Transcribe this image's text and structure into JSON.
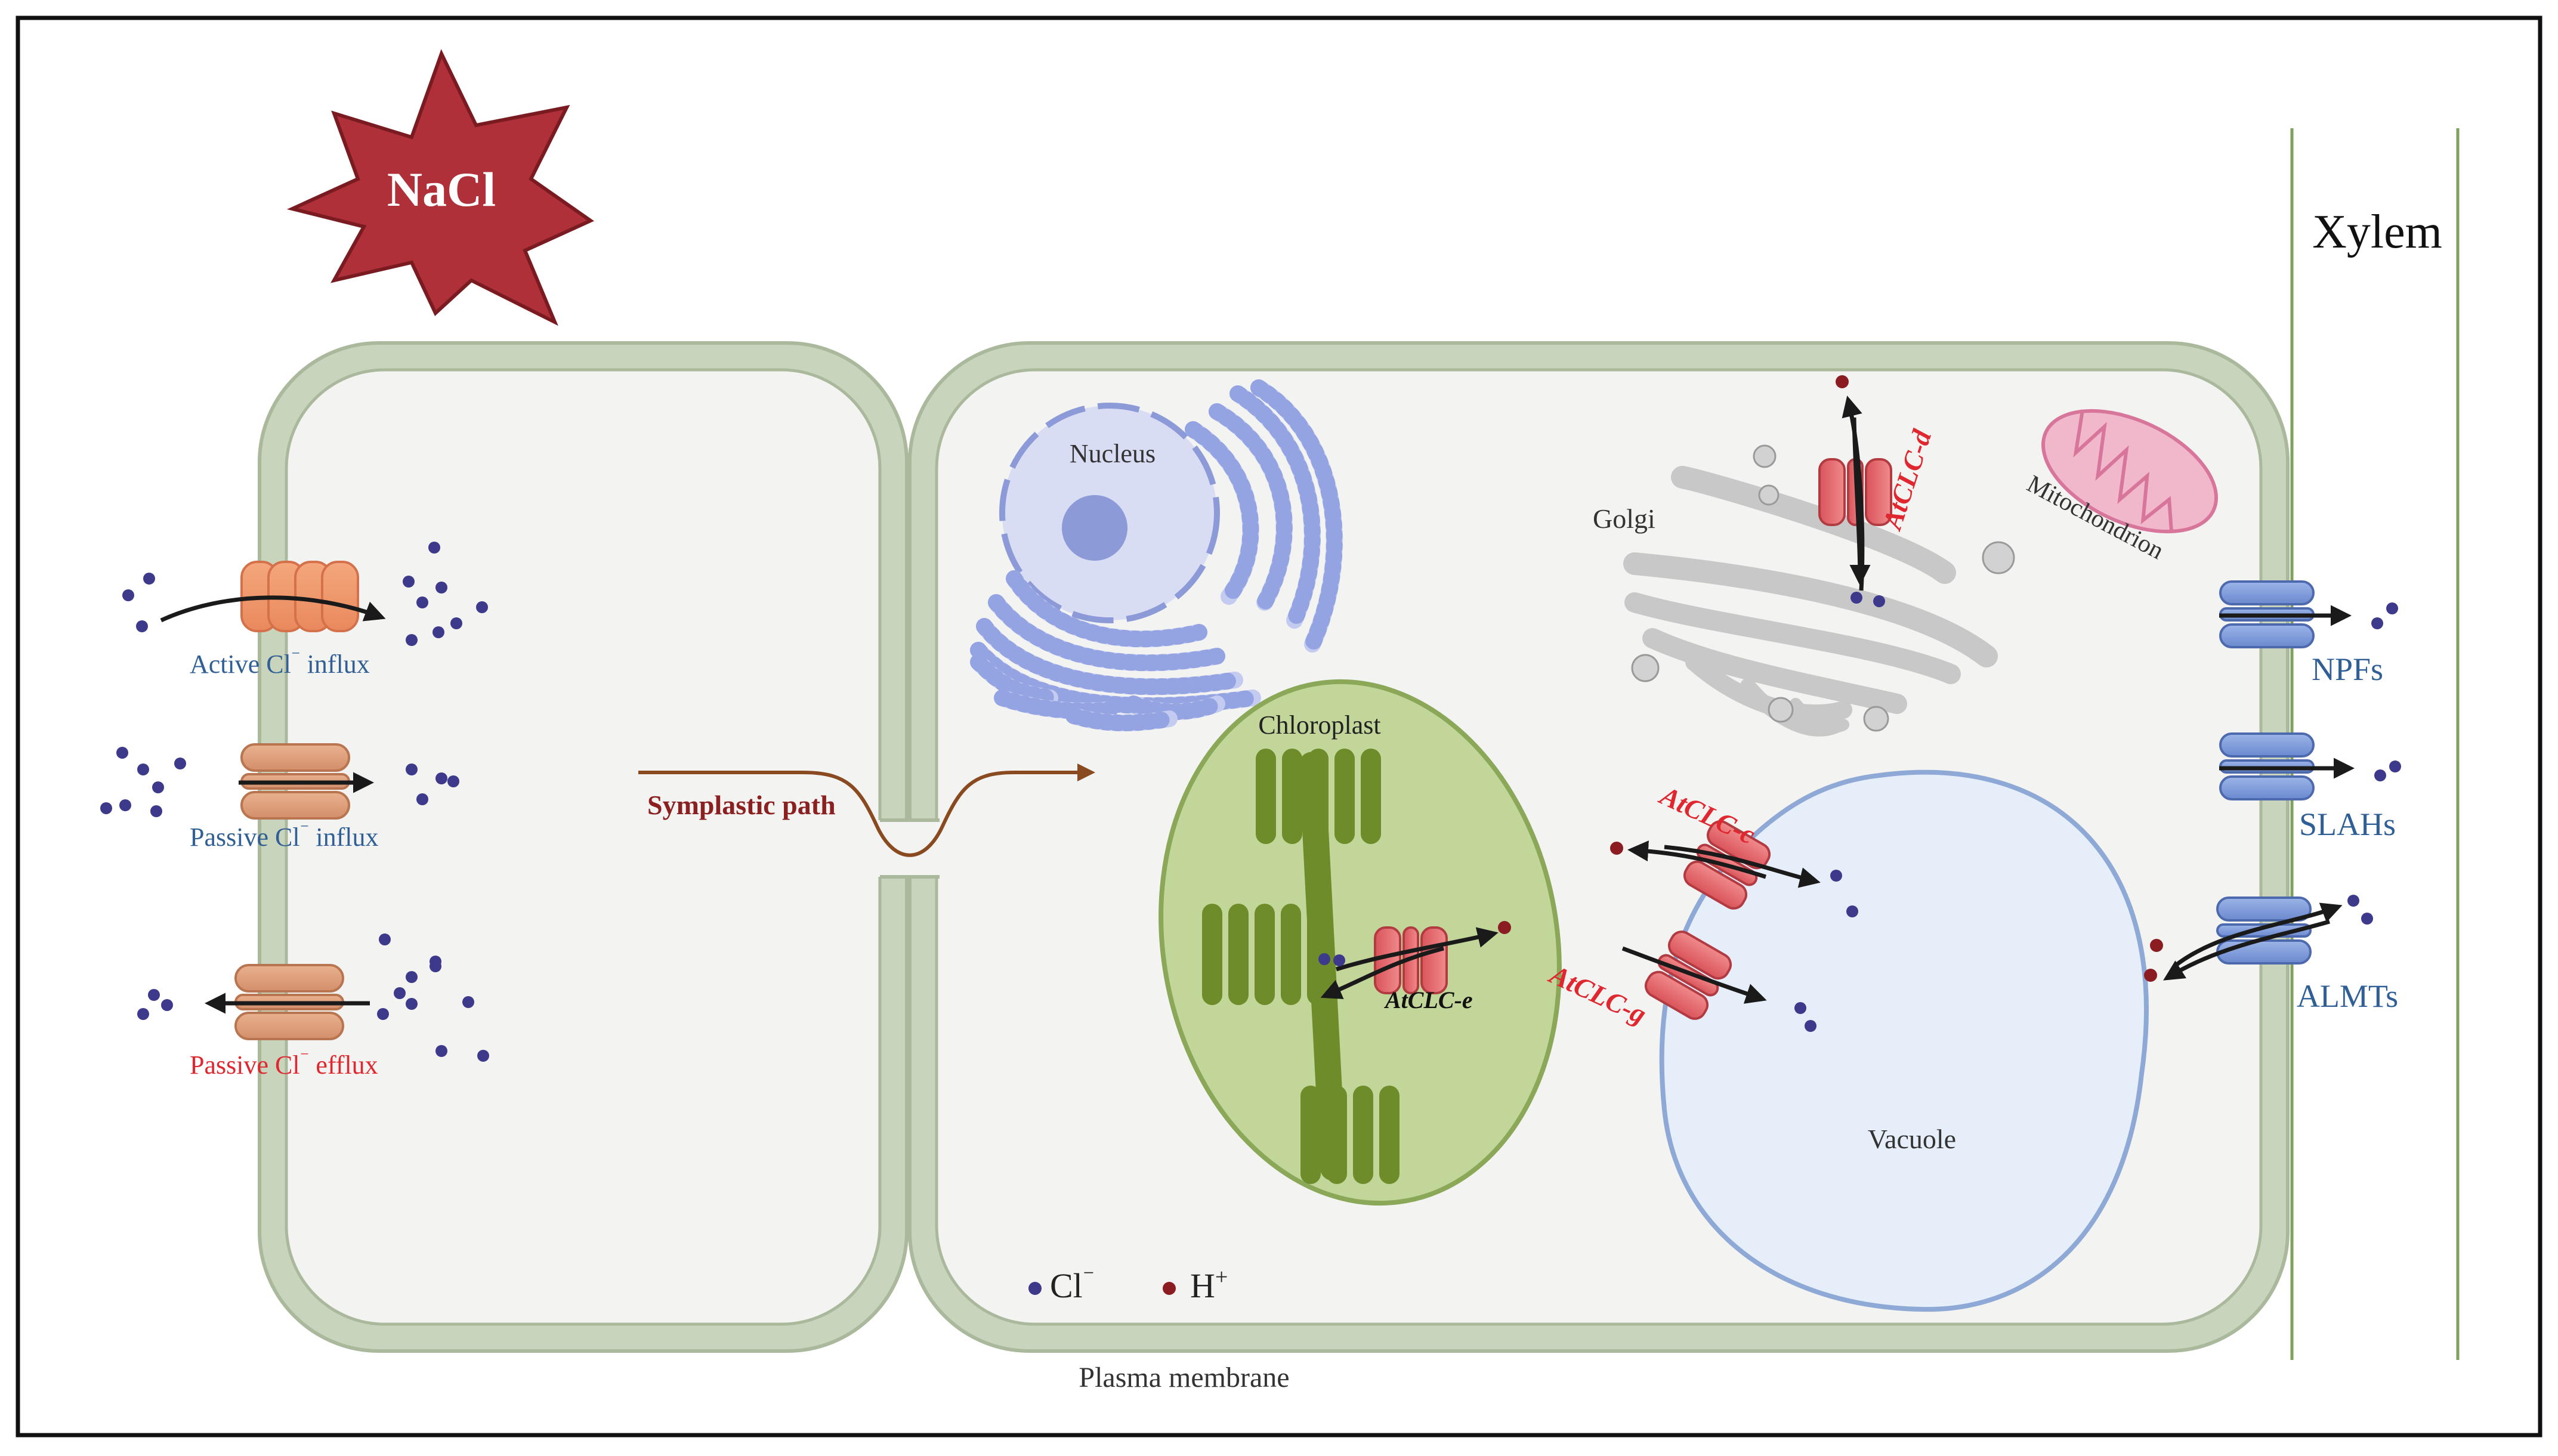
{
  "title": "NaCl",
  "xylem": "Xylem",
  "labels": {
    "active_influx": [
      "Active Cl",
      "⁻",
      " influx"
    ],
    "passive_influx": [
      "Passive Cl",
      "⁻",
      " influx"
    ],
    "passive_efflux": [
      "Passive Cl",
      "⁻",
      " efflux"
    ],
    "symplastic": "Symplastic path",
    "nucleus": "Nucleus",
    "golgi": "Golgi",
    "mitochondrion": "Mitochondrion",
    "chloroplast": "Chloroplast",
    "vacuole": "Vacuole",
    "plasma_membrane": "Plasma membrane",
    "npfs": "NPFs",
    "slahs": "SLAHs",
    "almts": "ALMTs",
    "atclc_c": "AtCLC-c",
    "atclc_d": "AtCLC-d",
    "atclc_e": "AtCLC-e",
    "atclc_g": "AtCLC-g"
  },
  "legend": {
    "cl": [
      "Cl",
      "⁻"
    ],
    "h": [
      "H",
      "+"
    ]
  },
  "colors": {
    "cl_ion": "#3d3a8c",
    "h_ion": "#8b1d22",
    "nacl_star": "#b0303a",
    "membrane": "#c9d4bd",
    "membrane_edge": "#aab89c",
    "cytoplasm": "#f3f3f1",
    "blue_label": "#2f5f94",
    "red_label": "#e0262e",
    "symplastic_label": "#8b2020",
    "symplastic_arrow": "#8a4a20",
    "chloroplast_fill": "#c2d69a",
    "thylakoid": "#6e8c2a",
    "vacuole_fill": "#e6eefa",
    "vacuole_edge": "#8fa9d6",
    "nucleus_fill": "#d9ddf4",
    "er": "#8fa0e0",
    "golgi": "#c8c8c8",
    "mito": "#d8759a",
    "clc_channel": "#e46a6e",
    "xylem_line": "#7ea25a"
  }
}
